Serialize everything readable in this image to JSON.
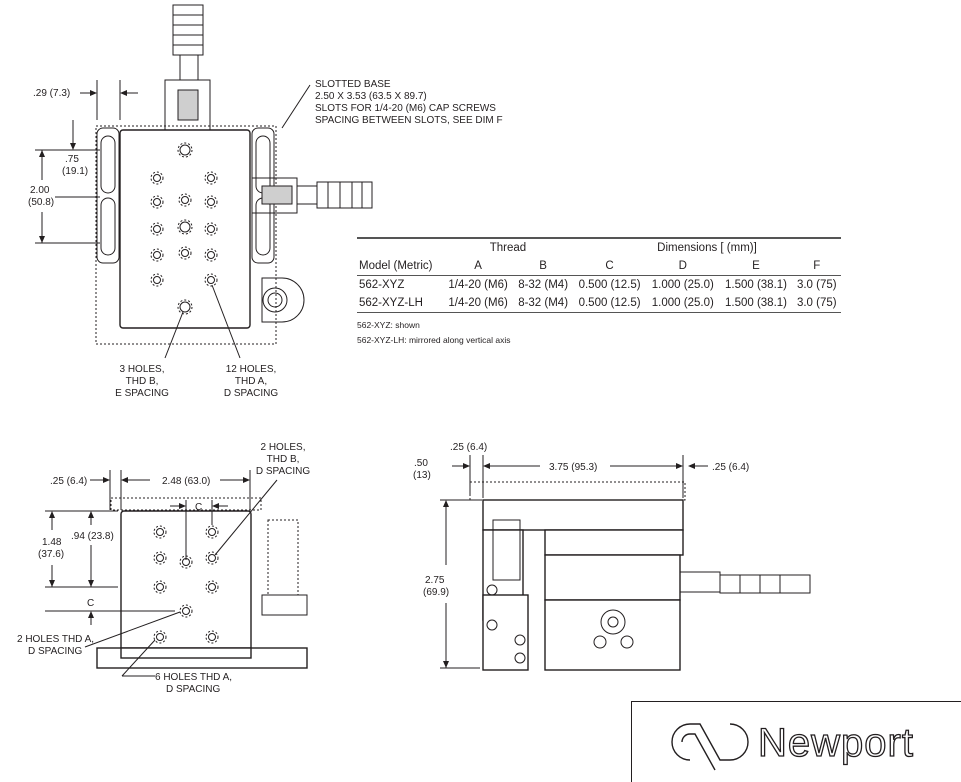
{
  "top_view": {
    "dim_left_offset": ".29 (7.3)",
    "dim_075_a": ".75",
    "dim_075_b": "(19.1)",
    "dim_200_a": "2.00",
    "dim_200_b": "(50.8)",
    "slotted_base_note": [
      "SLOTTED BASE",
      "2.50 X 3.53 (63.5 X 89.7)",
      "SLOTS FOR 1/4-20 (M6) CAP SCREWS",
      "SPACING BETWEEN SLOTS, SEE DIM F"
    ],
    "callout_3_holes": [
      "3 HOLES,",
      "THD B,",
      "E SPACING"
    ],
    "callout_12_holes": [
      "12 HOLES,",
      "THD A,",
      "D SPACING"
    ]
  },
  "spec_table": {
    "group_headers": {
      "thread": "Thread",
      "dimensions": "Dimensions [ (mm)]"
    },
    "columns": [
      "Model (Metric)",
      "A",
      "B",
      "C",
      "D",
      "E",
      "F"
    ],
    "rows": [
      [
        "562-XYZ",
        "1/4-20 (M6)",
        "8-32 (M4)",
        "0.500 (12.5)",
        "1.000 (25.0)",
        "1.500 (38.1)",
        "3.0 (75)"
      ],
      [
        "562-XYZ-LH",
        "1/4-20 (M6)",
        "8-32 (M4)",
        "0.500 (12.5)",
        "1.000 (25.0)",
        "1.500 (38.1)",
        "3.0 (75)"
      ]
    ],
    "notes": [
      "562-XYZ: shown",
      "562-XYZ-LH: mirrored along vertical axis"
    ]
  },
  "front_view": {
    "dim_025": ".25 (6.4)",
    "dim_248": "2.48 (63.0)",
    "dim_c_top": "C",
    "dim_148_a": "1.48",
    "dim_148_b": "(37.6)",
    "dim_094": ".94 (23.8)",
    "dim_c_left": "C",
    "callout_2_holes_b": [
      "2 HOLES,",
      "THD B,",
      "D SPACING"
    ],
    "callout_2_holes_a": [
      "2 HOLES THD A,",
      "D SPACING"
    ],
    "callout_6_holes_a": [
      "6 HOLES THD A,",
      "D SPACING"
    ]
  },
  "side_view": {
    "dim_025_top": ".25 (6.4)",
    "dim_050_a": ".50",
    "dim_050_b": "(13)",
    "dim_375": "3.75 (95.3)",
    "dim_025_right": ".25 (6.4)",
    "dim_275_a": "2.75",
    "dim_275_b": "(69.9)"
  },
  "logo": {
    "brand": "Newport"
  }
}
